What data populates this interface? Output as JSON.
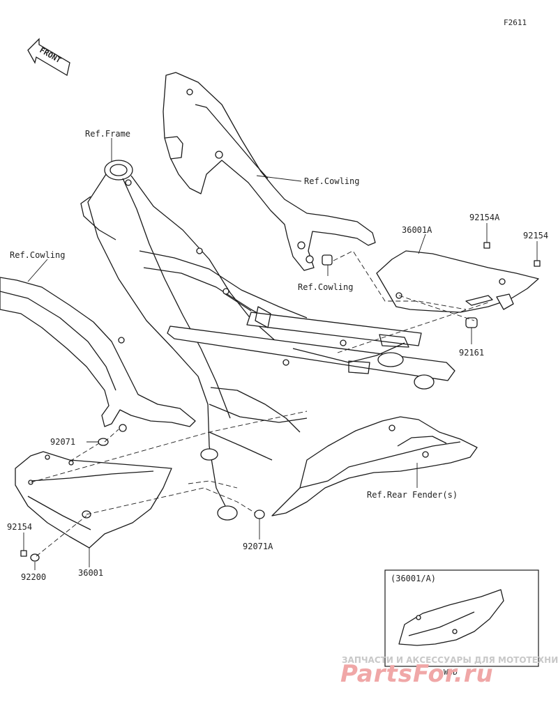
{
  "figure_code": "F2611",
  "front_label": "FRONT",
  "callouts": {
    "ref_frame": "Ref.Frame",
    "ref_cowling_top": "Ref.Cowling",
    "ref_cowling_left": "Ref.Cowling",
    "ref_cowling_mid": "Ref.Cowling",
    "ref_rear_fender": "Ref.Rear Fender(s)",
    "p36001A": "36001A",
    "p92154A": "92154A",
    "p92154_right": "92154",
    "p92161": "92161",
    "p92071": "92071",
    "p92071A": "92071A",
    "p92154_left": "92154",
    "p92200": "92200",
    "p36001": "36001"
  },
  "inset": {
    "title": "(36001/A)",
    "note": "WOD"
  },
  "watermark": {
    "line1": "ЗАПЧАСТИ И АКСЕССУАРЫ ДЛЯ МОТОТЕХНИКИ",
    "line2": "PartsFor.ru"
  }
}
